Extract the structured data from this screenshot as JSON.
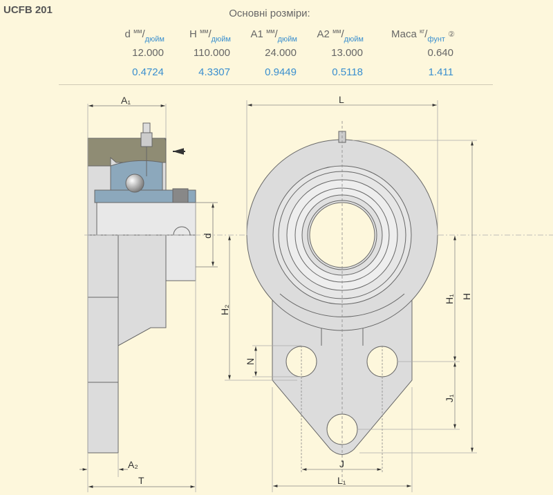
{
  "product": {
    "title": "UCFB 201"
  },
  "table": {
    "caption": "Основні розміри:",
    "columns": [
      {
        "name": "d",
        "unit_top": "мм",
        "unit_bottom": "дюйм",
        "mm": "12.000",
        "inch": "0.4724"
      },
      {
        "name": "H",
        "unit_top": "мм",
        "unit_bottom": "дюйм",
        "mm": "110.000",
        "inch": "4.3307"
      },
      {
        "name": "A1",
        "unit_top": "мм",
        "unit_bottom": "дюйм",
        "mm": "24.000",
        "inch": "0.9449"
      },
      {
        "name": "A2",
        "unit_top": "мм",
        "unit_bottom": "дюйм",
        "mm": "13.000",
        "inch": "0.5118"
      },
      {
        "name": "Маса",
        "unit_top": "кг",
        "unit_bottom": "фунт",
        "mm": "0.640",
        "inch": "1.411",
        "info": "②"
      }
    ]
  },
  "drawing": {
    "labels": {
      "A1": "A₁",
      "A2": "A₂",
      "T": "T",
      "d": "d",
      "L": "L",
      "L1": "L₁",
      "J": "J",
      "J1": "J₁",
      "H": "H",
      "H1": "H₁",
      "H2": "H₂",
      "N": "N"
    }
  }
}
